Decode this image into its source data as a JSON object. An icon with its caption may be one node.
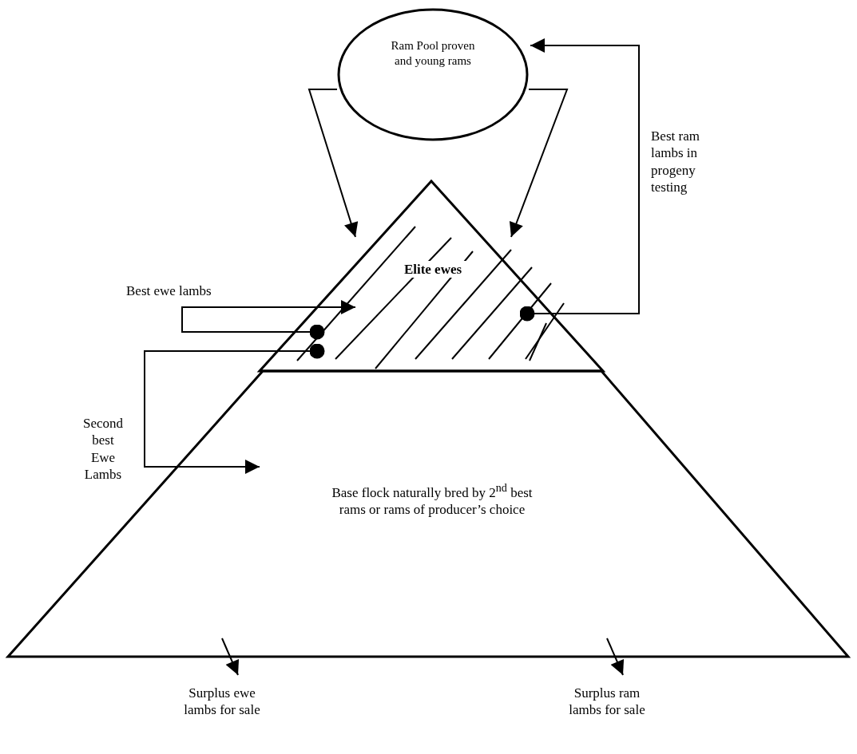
{
  "diagram": {
    "nodes": [
      {
        "text": [
          "Ram Pool proven and young rams"
        ]
      },
      {
        "text": [
          "Elite ewes"
        ]
      },
      {
        "text": [
          "Base flock naturally bred by 2$^{nd}$ best rams or rams of producer’s choice"
        ]
      },
      {
        "text": [
          "Surplus ewe lambs for sale"
        ]
      },
      {
        "text": [
          "Surplus ram lambs for sale"
        ]
      }
    ],
    "edges": [
      {
        "from": 0,
        "to": 1,
        "arrow": "to"
      },
      {
        "from": 0,
        "to": 1,
        "arrow": "to"
      },
      {
        "from": 1,
        "to": 0,
        "arrow": "to",
        "label": "Best ram lambs in progeny testing"
      },
      {
        "from": 1,
        "to": 1,
        "arrow": "to",
        "label": "Best ewe lambs"
      },
      {
        "from": 1,
        "to": 2,
        "arrow": "to",
        "label": "Second best Ewe Lambs"
      },
      {
        "from": 2,
        "to": 3,
        "arrow": "to"
      },
      {
        "from": 2,
        "to": 4,
        "arrow": "to"
      }
    ]
  }
}
